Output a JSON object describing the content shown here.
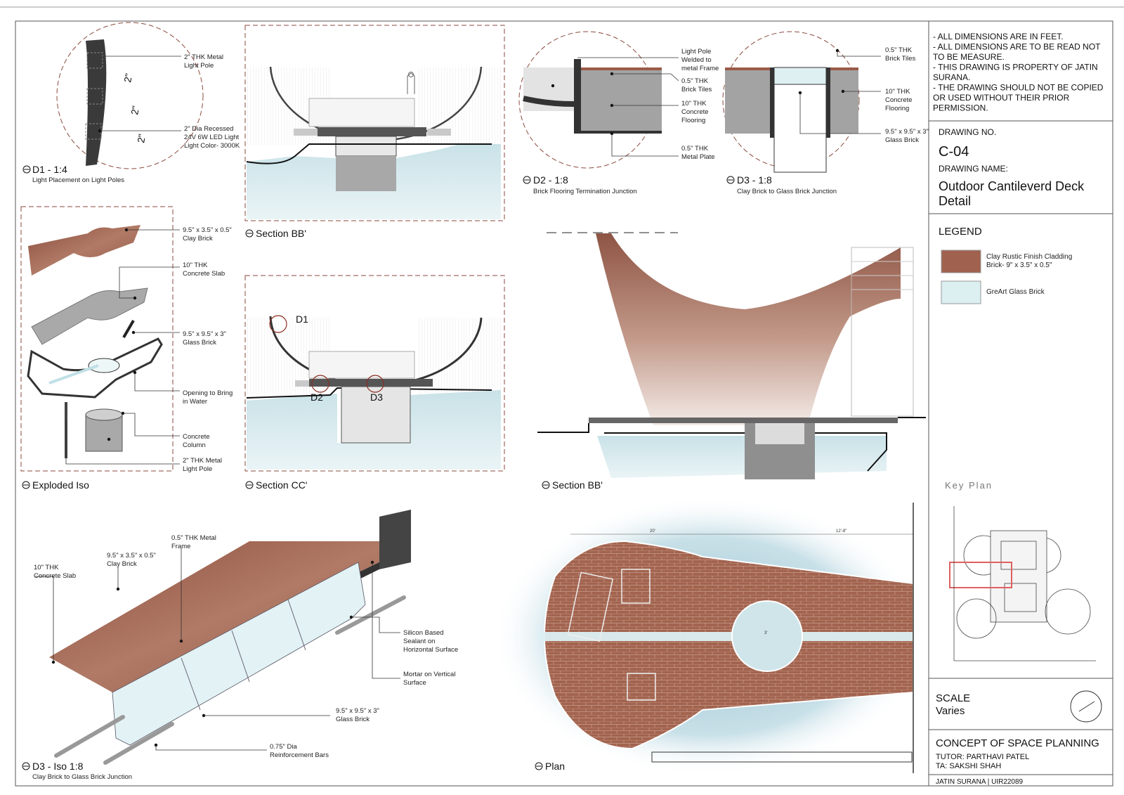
{
  "notes": [
    "- ALL DIMENSIONS ARE IN FEET.",
    "- ALL DIMENSIONS ARE TO BE READ NOT",
    "  TO BE MEASURE.",
    "- THIS DRAWING IS PROPERTY OF JATIN",
    "  SURANA.",
    "- THE DRAWING SHOULD NOT BE COPIED",
    "  OR USED   WITHOUT THEIR PRIOR",
    "  PERMISSION."
  ],
  "drawing_no_label": "DRAWING NO.",
  "drawing_no": "C-04",
  "drawing_name_label": "DRAWING NAME:",
  "drawing_name_1": "Outdoor Cantileverd Deck",
  "drawing_name_2": "Detail",
  "legend_title": "LEGEND",
  "legend": [
    {
      "label_1": "Clay Rustic Finish Cladding",
      "label_2": "Brick- 9\" x 3.5\" x 0.5\"",
      "color": "#a0624f"
    },
    {
      "label_1": "GreArt Glass Brick",
      "label_2": "",
      "color": "#dceff1"
    }
  ],
  "key_plan": "Key Plan",
  "scale_label": "SCALE",
  "scale_value": "Varies",
  "course": "CONCEPT OF SPACE PLANNING",
  "tutor": "TUTOR: PARTHAVI PATEL",
  "ta": "TA: SAKSHI SHAH",
  "student": "JATIN SURANA  |  UIR22089",
  "views": {
    "d1": {
      "title": "D1 - 1:4",
      "subtitle": "Light Placement on Light Poles",
      "labels": [
        [
          "2\" THK Metal",
          "Light Pole"
        ],
        [
          "2\" Dia Recessed",
          "24V 6W LED Light",
          "Light Color- 3000K"
        ]
      ],
      "dims": [
        "2\"",
        "2\"",
        "2\""
      ]
    },
    "sectionbb_small": {
      "title": "Section BB'"
    },
    "d2": {
      "title": "D2 - 1:8",
      "subtitle": "Brick Flooring Termination Junction",
      "labels": [
        [
          "Light Pole",
          "Welded to",
          "metal Frame"
        ],
        [
          "0.5\" THK",
          "Brick Tiles"
        ],
        [
          "10\" THK",
          "Concrete",
          "Flooring"
        ],
        [
          "0.5\" THK",
          "Metal Plate"
        ]
      ]
    },
    "d3": {
      "title": "D3 - 1:8",
      "subtitle": "Clay Brick to Glass Brick Junction",
      "labels": [
        [
          "0.5\" THK",
          "Brick Tiles"
        ],
        [
          "10\" THK",
          "Concrete",
          "Flooring"
        ],
        [
          "9.5\" x 9.5\" x 3\"",
          "Glass Brick"
        ]
      ]
    },
    "exploded": {
      "title": "Exploded Iso",
      "labels": [
        [
          "9.5\" x 3.5\" x 0.5\"",
          "Clay Brick"
        ],
        [
          "10\" THK",
          "Concrete Slab"
        ],
        [
          "9.5\" x 9.5\" x 3\"",
          "Glass Brick"
        ],
        [
          "Opening to Bring",
          "in Water"
        ],
        [
          "Concrete",
          "Column"
        ],
        [
          "2\" THK Metal",
          "Light Pole"
        ]
      ]
    },
    "sectioncc": {
      "title": "Section CC'",
      "callouts": [
        "D1",
        "D2",
        "D3"
      ]
    },
    "sectionbb_large": {
      "title": "Section BB'"
    },
    "d3iso": {
      "title": "D3 - Iso 1:8",
      "subtitle": "Clay Brick to Glass Brick Junction",
      "labels": [
        [
          "10\" THK",
          "Concrete Slab"
        ],
        [
          "9.5\" x 3.5\" x 0.5\"",
          "Clay Brick"
        ],
        [
          "0.5\" THK Metal",
          "Frame"
        ],
        [
          "Silicon Based",
          "Sealant on",
          "Horizontal Surface"
        ],
        [
          "Mortar on Vertical",
          "Surface"
        ],
        [
          "9.5\" x 9.5\" x 3\"",
          "Glass Brick"
        ],
        [
          "0.75\" Dia",
          "Reinforcement Bars"
        ]
      ]
    },
    "plan": {
      "title": "Plan",
      "dims": [
        "20'",
        "12'-8\"",
        "3'"
      ]
    }
  }
}
